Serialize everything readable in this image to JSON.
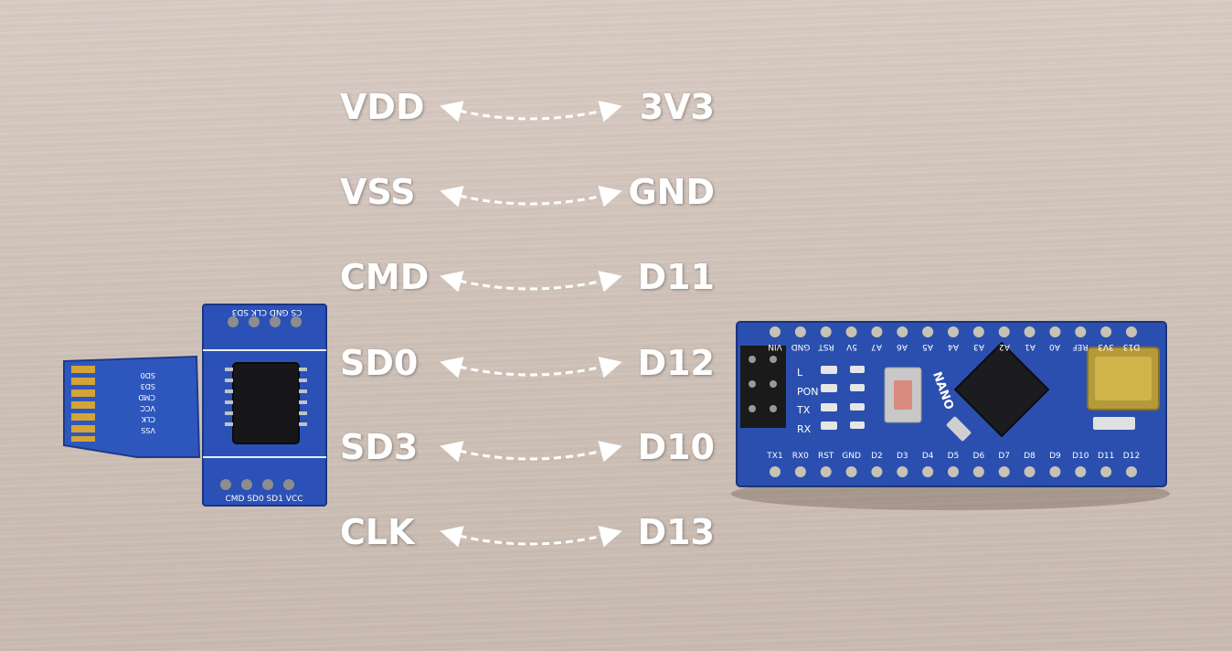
{
  "mapping": [
    {
      "sd": "VDD",
      "arduino": "3V3"
    },
    {
      "sd": "VSS",
      "arduino": "GND"
    },
    {
      "sd": "CMD",
      "arduino": "D11"
    },
    {
      "sd": "SD0",
      "arduino": "D12"
    },
    {
      "sd": "SD3",
      "arduino": "D10"
    },
    {
      "sd": "CLK",
      "arduino": "D13"
    }
  ],
  "sd_module": {
    "top_pins": "CS GND CLK SD3",
    "bottom_pins": "CMD SD0 SD1 VCC",
    "side_labels": [
      "VSS",
      "CLK",
      "VCC",
      "CMD",
      "SD3",
      "SD0"
    ]
  },
  "nano": {
    "top_pins": [
      "D13",
      "3V3",
      "REF",
      "A0",
      "A1",
      "A2",
      "A3",
      "A4",
      "A5",
      "A6",
      "A7",
      "5V",
      "RST",
      "GND",
      "VIN"
    ],
    "bottom_pins": [
      "TX1",
      "RX0",
      "RST",
      "GND",
      "D2",
      "D3",
      "D4",
      "D5",
      "D6",
      "D7",
      "D8",
      "D9",
      "D10",
      "D11",
      "D12"
    ],
    "leds": [
      "L",
      "PON",
      "TX",
      "RX"
    ],
    "brand": "NANO"
  },
  "colors": {
    "pcb": "#2a4fb0",
    "label": "#ffffff",
    "arrow": "#ffffff"
  }
}
